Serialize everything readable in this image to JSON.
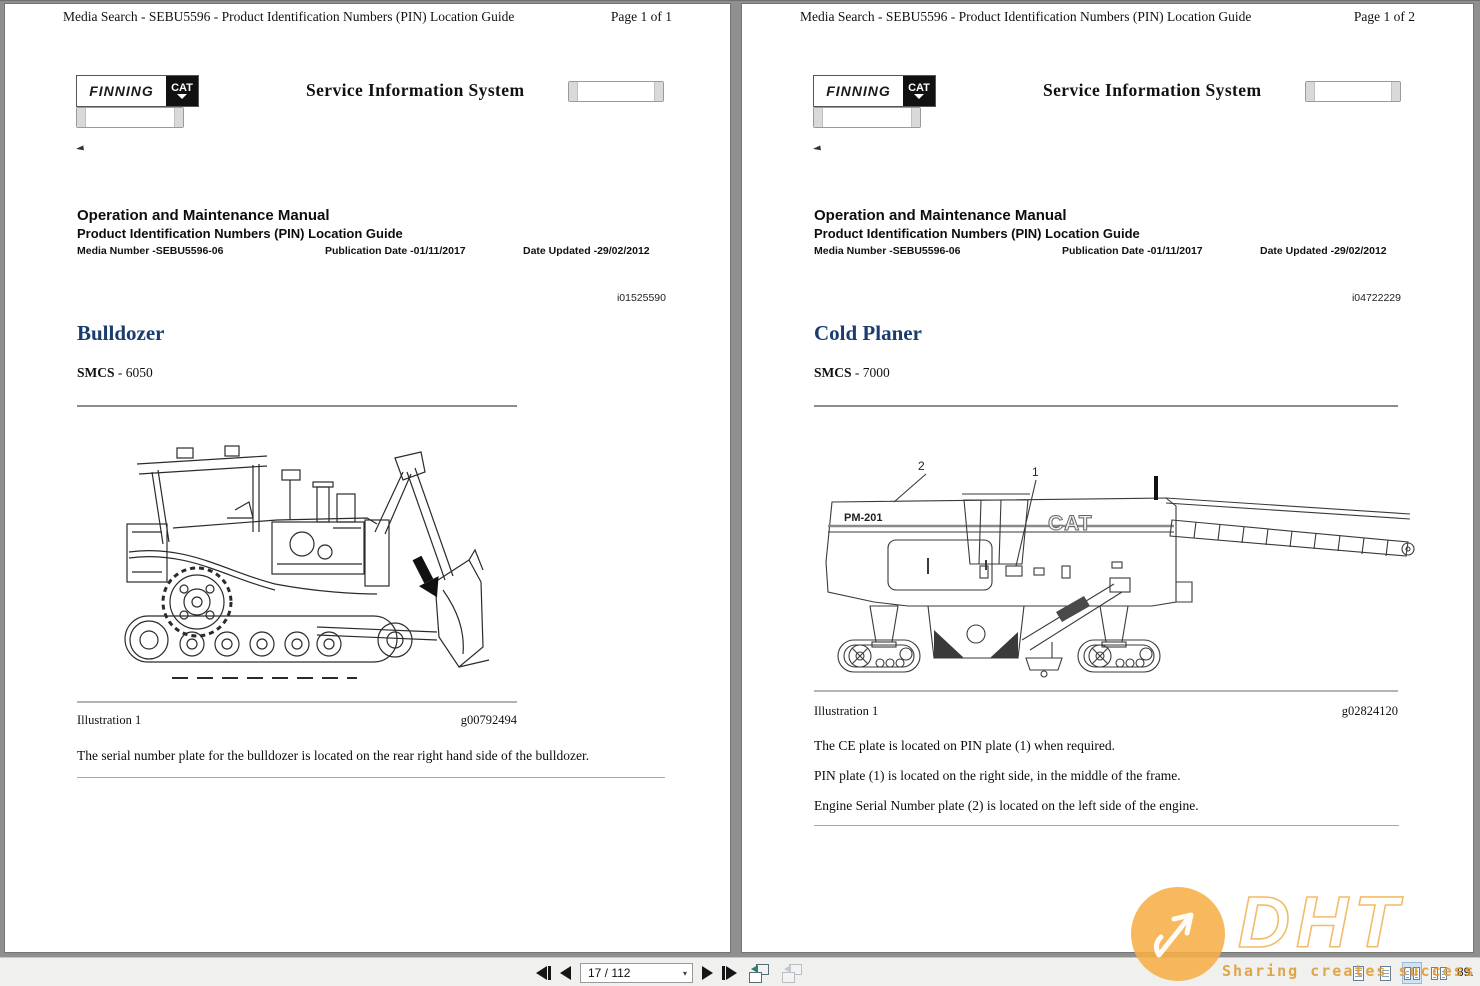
{
  "toolbar": {
    "page_field": "17 / 112",
    "dropdown_glyph": "▾",
    "zoom_text": "89.",
    "icon_names": [
      "first-page",
      "previous-page",
      "next-page",
      "last-page",
      "previous-view",
      "next-view",
      "single-page-view",
      "continuous-view",
      "facing-pages-view",
      "continuous-facing-view"
    ]
  },
  "watermark": {
    "big_text": "DHT",
    "tagline": "Sharing creates success",
    "accent_color": "#f2a93b"
  },
  "pages": [
    {
      "header_title": "Media Search - SEBU5596 - Product Identification Numbers (PIN) Location Guide",
      "page_label": "Page 1 of 1",
      "logo_text": "FINNING",
      "logo_cat": "CAT",
      "sis_title": "Service Information System",
      "manual_title": "Operation and Maintenance Manual",
      "manual_subtitle": "Product Identification Numbers (PIN) Location Guide",
      "media_number": "Media Number -SEBU5596-06",
      "publication_date": "Publication Date -01/11/2017",
      "date_updated": "Date Updated -29/02/2012",
      "doc_id": "i01525590",
      "section_title": "Bulldozer",
      "smcs_label": "SMCS",
      "smcs_value": "- 6050",
      "illustration_label": "Illustration 1",
      "illustration_id": "g00792494",
      "paragraphs": [
        "The serial number plate for the bulldozer is located on the rear right hand side of the bulldozer."
      ]
    },
    {
      "header_title": "Media Search - SEBU5596 - Product Identification Numbers (PIN) Location Guide",
      "page_label": "Page 1 of 2",
      "logo_text": "FINNING",
      "logo_cat": "CAT",
      "sis_title": "Service Information System",
      "manual_title": "Operation and Maintenance Manual",
      "manual_subtitle": "Product Identification Numbers (PIN) Location Guide",
      "media_number": "Media Number -SEBU5596-06",
      "publication_date": "Publication Date -01/11/2017",
      "date_updated": "Date Updated -29/02/2012",
      "doc_id": "i04722229",
      "section_title": "Cold Planer",
      "smcs_label": "SMCS",
      "smcs_value": "- 7000",
      "machine": {
        "model": "PM-201",
        "brand": "CAT",
        "callout_1": "1",
        "callout_2": "2"
      },
      "illustration_label": "Illustration 1",
      "illustration_id": "g02824120",
      "paragraphs": [
        "The CE plate is located on PIN plate (1) when required.",
        "PIN plate (1) is located on the right side, in the middle of the frame.",
        "Engine Serial Number plate (2) is located on the left side of the engine."
      ]
    }
  ]
}
